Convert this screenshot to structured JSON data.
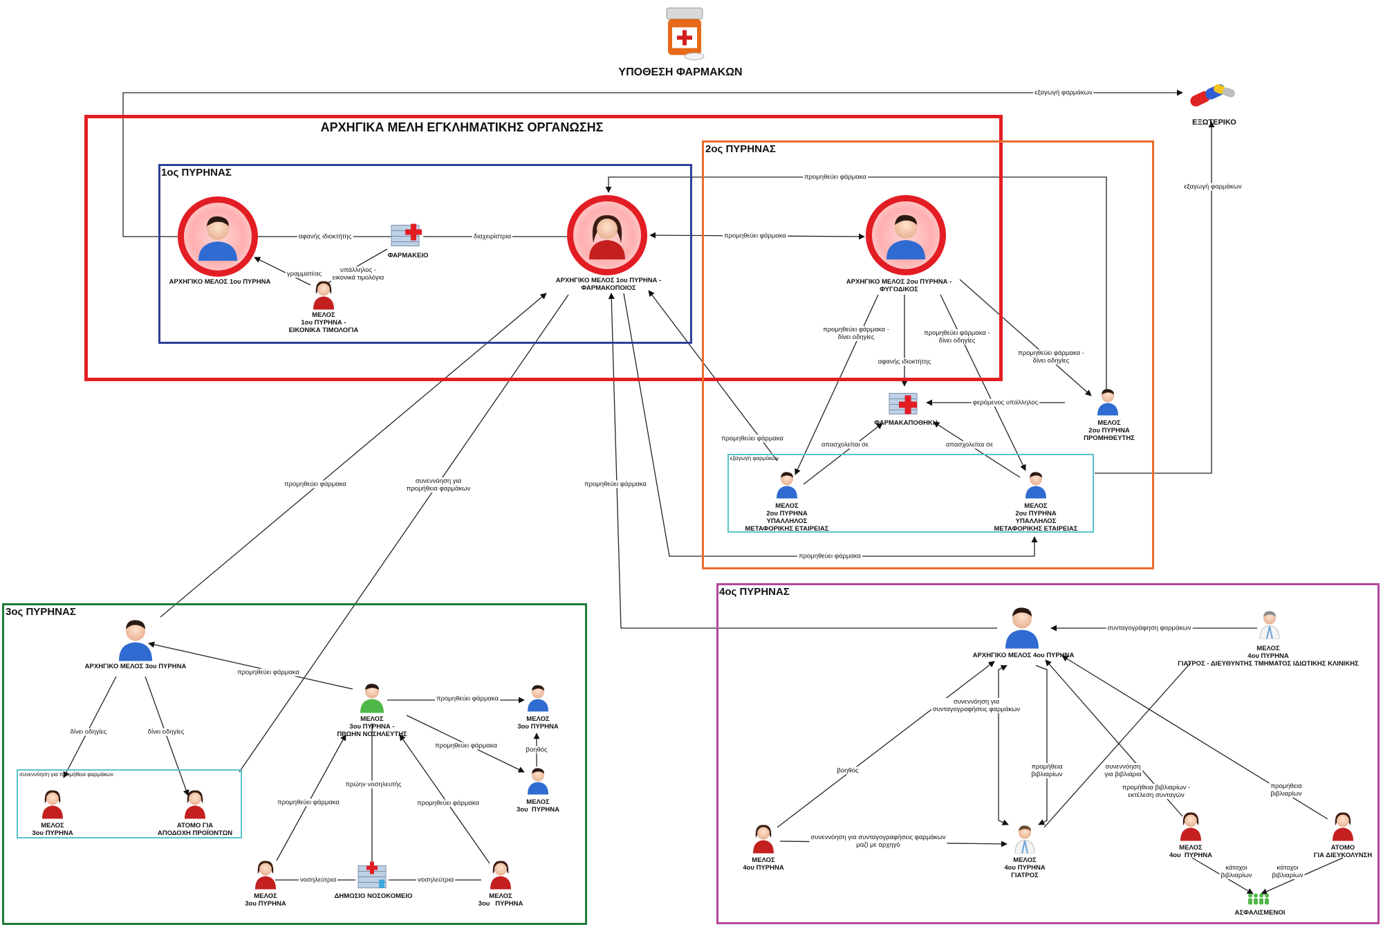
{
  "title": "ΥΠΟΘΕΣΗ ΦΑΡΜΑΚΩΝ",
  "colors": {
    "founders": "#e21d24",
    "core1": "#2e3f97",
    "core2": "#ef6b2c",
    "core3": "#1d7b3a",
    "core4": "#b1479f",
    "sub": "#58c3c9"
  },
  "boxes": {
    "founders": "ΑΡΧΗΓΙΚΑ ΜΕΛΗ ΕΓΚΛΗΜΑΤΙΚΗΣ ΟΡΓΑΝΩΣΗΣ",
    "core1": "1ος ΠΥΡΗΝΑΣ",
    "core2": "2ος ΠΥΡΗΝΑΣ",
    "core3": "3ος ΠΥΡΗΝΑΣ",
    "core4": "4ος ΠΥΡΗΝΑΣ",
    "sub2": "εξαγωγή φαρμάκων",
    "sub3": "συνεννόηση για προμήθεια φαρμάκων"
  },
  "nodes": {
    "abroad": "ΕΞΩΤΕΡΙΚΟ",
    "leader1": "ΑΡΧΗΓΙΚΟ ΜΕΛΟΣ 1ου ΠΥΡΗΝΑ",
    "pharmacy": "ΦΑΡΜΑΚΕΙΟ",
    "member1": "ΜΕΛΟΣ\n1ου ΠΥΡΗΝΑ -\nΕΙΚΟΝΙΚΑ ΤΙΜΟΛΟΓΙΑ",
    "pharmacist": "ΑΡΧΗΓΙΚΟ ΜΕΛΟΣ 1ου ΠΥΡΗΝΑ -\nΦΑΡΜΑΚΟΠΟΙΟΣ",
    "leader2": "ΑΡΧΗΓΙΚΟ ΜΕΛΟΣ 2ου ΠΥΡΗΝΑ -\nΦΥΓΟΔΙΚΟΣ",
    "warehouse": "ΦΑΡΜΑΚΑΠΟΘΗΚΗ",
    "supplier2": "ΜΕΛΟΣ\n2ου ΠΥΡΗΝΑ\nΠΡΟΜΗΘΕΥΤΗΣ",
    "transport2a": "ΜΕΛΟΣ\n2ου ΠΥΡΗΝΑ\nΥΠΑΛΛΗΛΟΣ\nΜΕΤΑΦΟΡΙΚΗΣ ΕΤΑΙΡΕΙΑΣ",
    "transport2b": "ΜΕΛΟΣ\n2ου ΠΥΡΗΝΑ\nΥΠΑΛΛΗΛΟΣ\nΜΕΤΑΦΟΡΙΚΗΣ ΕΤΑΙΡΕΙΑΣ",
    "leader3": "ΑΡΧΗΓΙΚΟ ΜΕΛΟΣ 3ου ΠΥΡΗΝΑ",
    "member3w": "ΜΕΛΟΣ\n3ου ΠΥΡΗΝΑ",
    "receiver3": "ΑΤΟΜΟ ΓΙΑ\nΑΠΟΔΟΧΗ ΠΡΟΪΟΝΤΩΝ",
    "nurse": "ΜΕΛΟΣ\n3ου ΠΥΡΗΝΑ -\nΠΡΩΗΝ ΝΟΣΗΛΕΥΤΗΣ",
    "member3b1": "ΜΕΛΟΣ\n3ου ΠΥΡΗΝΑ",
    "member3b2": "ΜΕΛΟΣ\n3ου  ΠΥΡΗΝΑ",
    "nurse3l": "ΜΕΛΟΣ\n3ου ΠΥΡΗΝΑ",
    "hospital": "ΔΗΜΟΣΙΟ ΝΟΣΟΚΟΜΕΙΟ",
    "nurse3r": "ΜΕΛΟΣ\n3ου   ΠΥΡΗΝΑ",
    "leader4": "ΑΡΧΗΓΙΚΟ ΜΕΛΟΣ 4ου ΠΥΡΗΝΑ",
    "clinicDoc": "ΜΕΛΟΣ\n4ου ΠΥΡΗΝΑ\nΓΙΑΤΡΟΣ - ΔΙΕΥΘΥΝΤΗΣ ΤΜΗΜΑΤΟΣ ΙΔΙΩΤΙΚΗΣ ΚΛΙΝΙΚΗΣ",
    "member4l": "ΜΕΛΟΣ\n4ου ΠΥΡΗΝΑ",
    "doctor4": "ΜΕΛΟΣ\n4ου ΠΥΡΗΝΑ\nΓΙΑΤΡΟΣ",
    "member4m": "ΜΕΛΟΣ\n4ου  ΠΥΡΗΝΑ",
    "facilitator": "ΑΤΟΜΟ\nΓΙΑ ΔΙΕΥΚΟΛΥΝΣΗ",
    "insured": "ΑΣΦΑΛΙΣΜΕΝΟΙ"
  },
  "edges": {
    "export_top": "εξαγωγή φαρμάκων",
    "export_right": "εξαγωγή φαρμάκων",
    "covert_owner1": "αφανής ιδιοκτήτης",
    "manager": "διαχειρίστρια",
    "secretary": "γραμματέας",
    "employee_fake": "υπάλληλος -\nεικονικά τιμολόγια",
    "supplies_top": "προμηθεύει φάρμακα",
    "supplies_mid": "προμηθεύει φάρμακα",
    "instr_left": "προμηθεύει φάρμακα -\nδίνει οδηγίες",
    "instr_mid": "προμηθεύει φάρμακα -\nδίνει οδηγίες",
    "instr_right": "προμηθεύει φάρμακα -\nδίνει οδηγίες",
    "covert_owner2": "αφανής ιδιοκτήτης",
    "front_employee": "φερόμενος υπάλληλος",
    "supplies_to_pharm": "προμηθεύει φάρμακα",
    "employed_a": "απασχολείται σε",
    "employed_b": "απασχολείται σε",
    "supplies_bottom2": "προμηθεύει φάρμακα",
    "supplies_c3": "προμηθεύει φάρμακα",
    "coord_c3": "συνεννόηση για\nπρομήθεια φαρμάκων",
    "supplies_c4": "προμηθεύει φάρμακα",
    "c3_supplies_leader": "προμηθεύει φάρμακα",
    "instr3a": "δίνει οδηγίες",
    "instr3b": "δίνει οδηγίες",
    "c3_supplies_b1": "προμηθεύει φάρμακα",
    "c3_supplies_b2": "προμηθεύει φάρμακα",
    "helper": "βοηθός",
    "ex_nurse": "πρώην νοσηλευτής",
    "c3_supplies_l": "προμηθεύει φάρμακα",
    "c3_supplies_r": "προμηθεύει φάρμακα",
    "nurse_l": "νοσηλεύτρια",
    "nurse_r": "νοσηλεύτρια",
    "prescribing": "συνταγογράφηση φαρμάκων",
    "coord_presc": "συνεννόηση για\nσυνταγογραφήσεις φαρμάκων",
    "books_supply": "προμήθεια\nβιβλιαρίων",
    "coord_books": "συνεννόηση\nγια βιβλιάρια",
    "books_exec": "προμήθεια βιβλιαρίων -\nεκτέλεση συνταγών",
    "books_supply2": "προμήθεια\nβιβλιαρίων",
    "helper4": "βοηθός",
    "coord_bottom4": "συνεννόηση για συνταγογραφήσεις φαρμάκων\nμαζί με αρχηγό",
    "holders_a": "κάτοχοι\nβιβλιαρίων",
    "holders_b": "κάτοχοι\nβιβλιαρίων"
  }
}
